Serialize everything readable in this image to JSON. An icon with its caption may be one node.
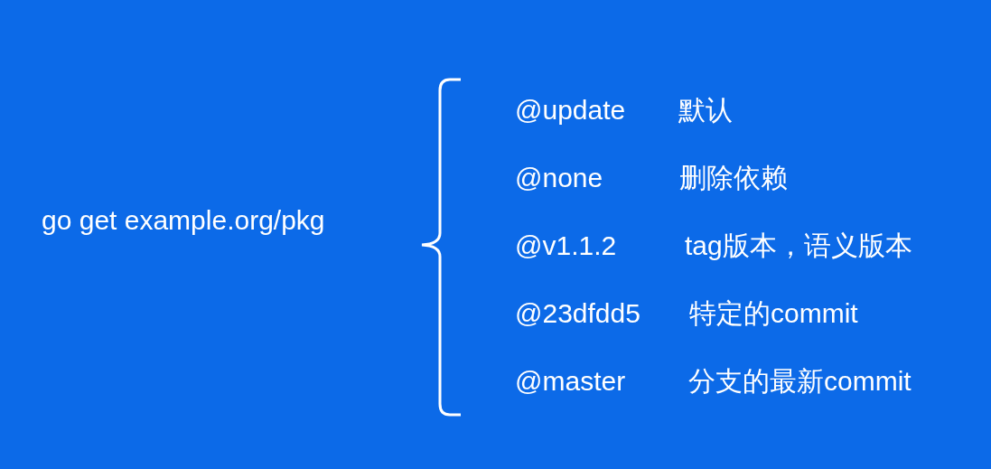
{
  "diagram": {
    "labels": [
      "go get example.org/pkg",
      "@update",
      "默认",
      "@none",
      "删除依赖",
      "@v1.1.2",
      "tag版本，语义版本",
      "@23dfdd5",
      "特定的commit",
      "@master",
      "分支的最新commit"
    ]
  }
}
